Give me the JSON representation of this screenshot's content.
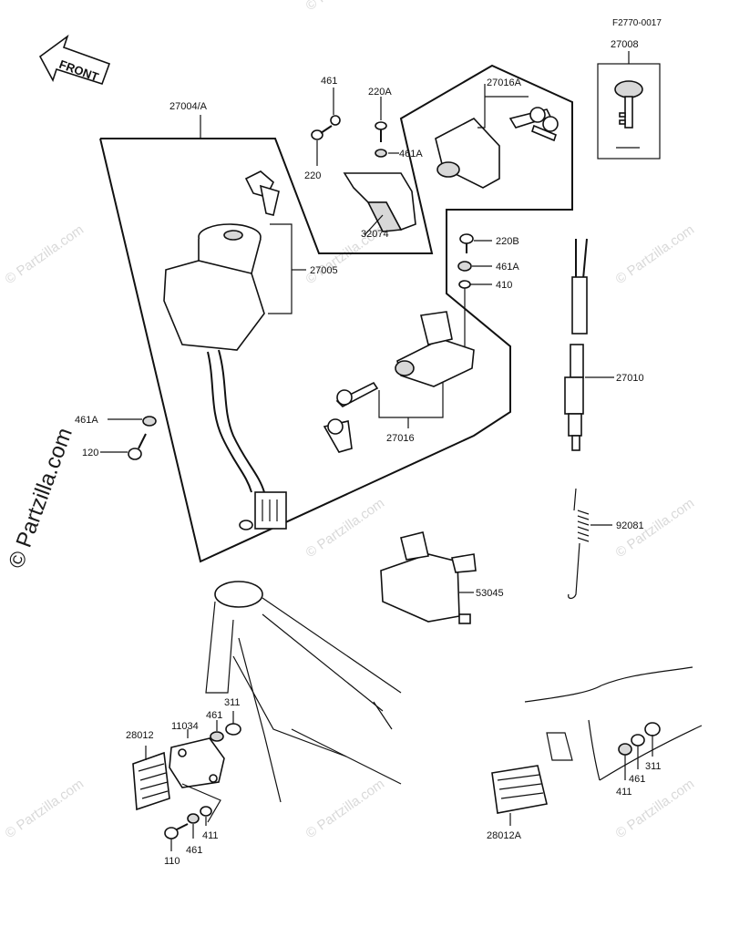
{
  "diagram": {
    "ref_code": "F2770-0017",
    "front_label": "FRONT",
    "watermark_main": "© Partzilla.com",
    "watermark_small": "© Partzilla.com",
    "labels": {
      "p27008": "27008",
      "p27004A": "27004/A",
      "p461_top": "461",
      "p220A": "220A",
      "p27016A": "27016A",
      "p461A_top": "461A",
      "p220": "220",
      "p32074": "32074",
      "p27005": "27005",
      "p220B": "220B",
      "p461A_mid": "461A",
      "p410": "410",
      "p27010": "27010",
      "p461A_left": "461A",
      "p120": "120",
      "p27016": "27016",
      "p92081": "92081",
      "p53045": "53045",
      "p311_left": "311",
      "p461_left": "461",
      "p11034": "11034",
      "p28012": "28012",
      "p411_left": "411",
      "p461_bottom": "461",
      "p110": "110",
      "p311_right": "311",
      "p461_right": "461",
      "p411_right": "411",
      "p28012A": "28012A"
    }
  }
}
